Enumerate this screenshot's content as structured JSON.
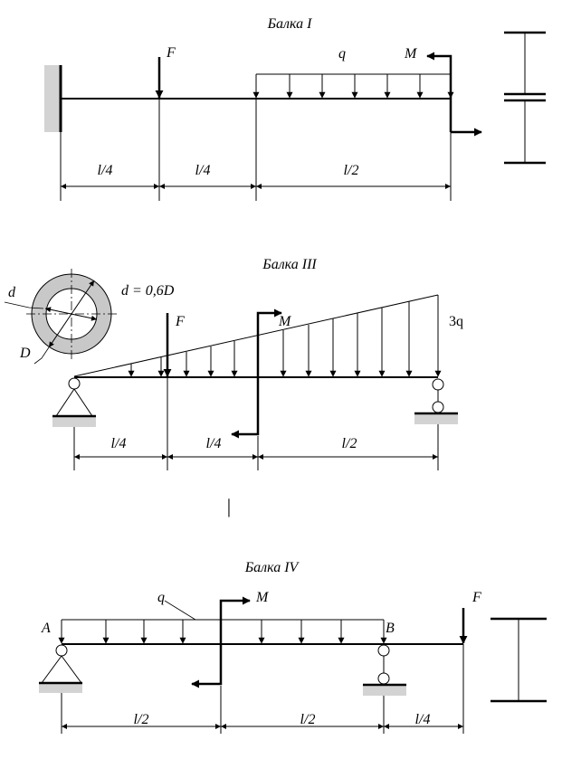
{
  "colors": {
    "ink": "#000000",
    "support": "#d3d3d3",
    "ring": "#c8c8c8"
  },
  "beam1": {
    "title": "Балка I",
    "force_label": "F",
    "load_label": "q",
    "moment_label": "M",
    "dims": [
      "l/4",
      "l/4",
      "l/2"
    ]
  },
  "beam3": {
    "title": "Балка III",
    "force_label": "F",
    "moment_label": "M",
    "load_label": "3q",
    "d_label": "d",
    "D_label": "D",
    "ratio_label": "d = 0,6D",
    "dims": [
      "l/4",
      "l/4",
      "l/2"
    ]
  },
  "separator": "|",
  "beam4": {
    "title": "Балка IV",
    "load_label": "q",
    "moment_label": "M",
    "force_label": "F",
    "support_a": "A",
    "support_b": "B",
    "dims": [
      "l/2",
      "l/2",
      "l/4"
    ]
  }
}
